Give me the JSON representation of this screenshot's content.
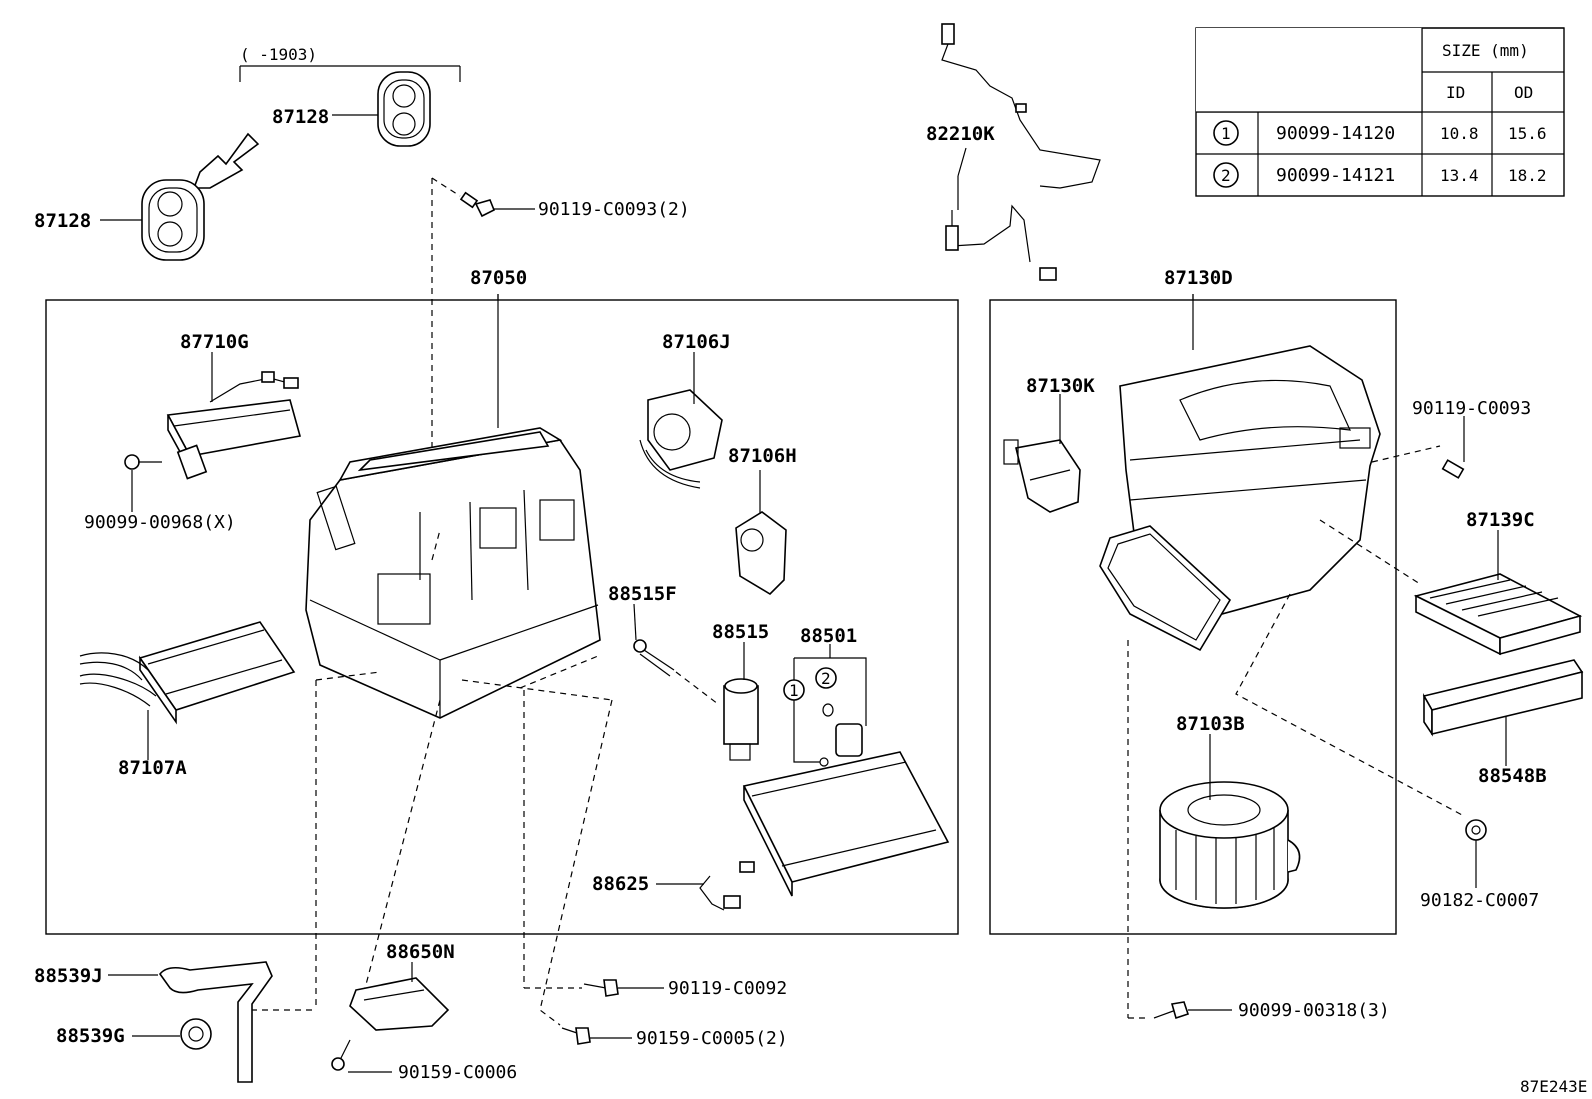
{
  "range_note": "(      -1903)",
  "diagram_code": "87E243E",
  "parts": {
    "p87128a": "87128",
    "p87128b": "87128",
    "p90119_c0093_2": "90119-C0093(2)",
    "p87050": "87050",
    "p87710g": "87710G",
    "p90099_00968x": "90099-00968(X)",
    "p87107a": "87107A",
    "p87106j": "87106J",
    "p87106h": "87106H",
    "p88515f": "88515F",
    "p88515": "88515",
    "p88501": "88501",
    "p88625": "88625",
    "p82210k": "82210K",
    "p87130d": "87130D",
    "p87130k": "87130K",
    "p90119_c0093": "90119-C0093",
    "p87139c": "87139C",
    "p88548b": "88548B",
    "p87103b": "87103B",
    "p90182_c0007": "90182-C0007",
    "p90099_00318_3": "90099-00318(3)",
    "p88539j": "88539J",
    "p88539g": "88539G",
    "p88650n": "88650N",
    "p90159_c0006": "90159-C0006",
    "p90119_c0092": "90119-C0092",
    "p90159_c0005_2": "90159-C0005(2)"
  },
  "oring_markers": {
    "m1": "1",
    "m2": "2"
  },
  "size_table": {
    "header": "SIZE (mm)",
    "col_id": "ID",
    "col_od": "OD",
    "rows": [
      {
        "mark": "1",
        "part": "90099-14120",
        "id": "10.8",
        "od": "15.6"
      },
      {
        "mark": "2",
        "part": "90099-14121",
        "id": "13.4",
        "od": "18.2"
      }
    ]
  }
}
